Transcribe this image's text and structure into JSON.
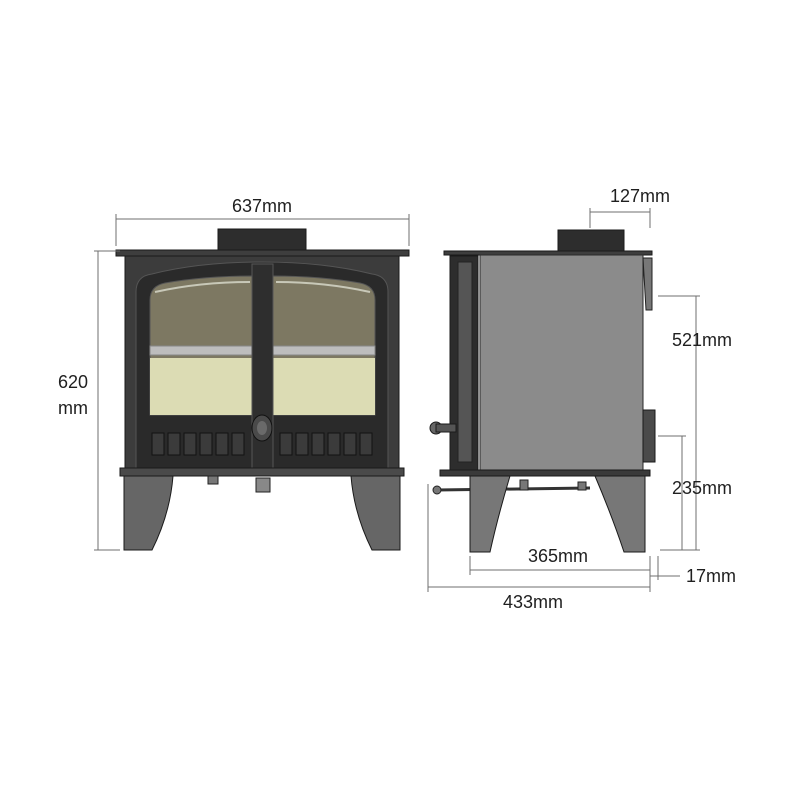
{
  "dimensions": {
    "front_width": "637mm",
    "height_value": "620",
    "height_unit": "mm",
    "flue_width": "127mm",
    "flue_height": "521mm",
    "rear_outlet_height": "235mm",
    "leg_depth": "365mm",
    "rear_clearance": "17mm",
    "overall_depth": "433mm"
  },
  "colors": {
    "body": "#8b8b8b",
    "body_dark": "#3a3a3a",
    "frame": "#2c2c2c",
    "glass_top": "#7f7a62",
    "glass_bottom": "#dcdcb5",
    "dimension_line": "#6f6f6f",
    "text": "#1f1f1f"
  }
}
